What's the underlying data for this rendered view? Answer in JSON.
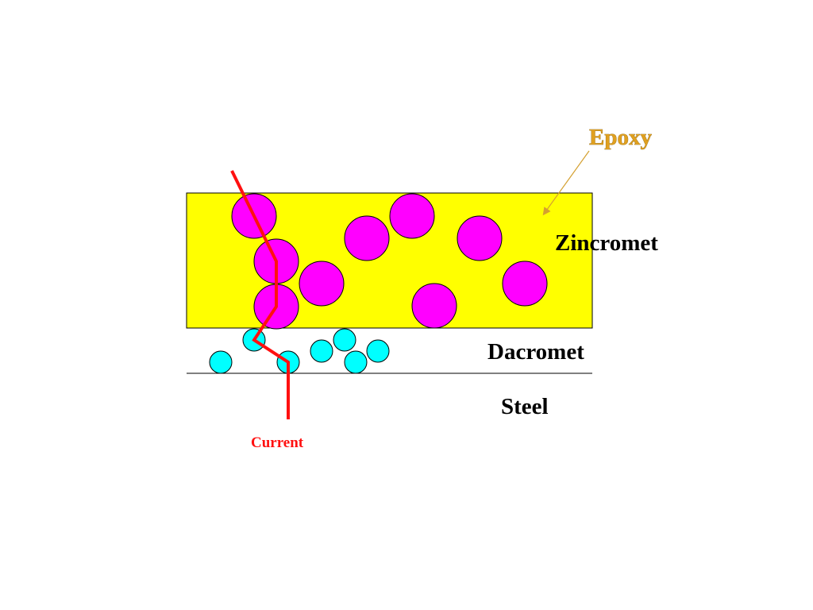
{
  "labels": {
    "epoxy": "Epoxy",
    "zincromet": "Zincromet",
    "dacromet": "Dacromet",
    "steel": "Steel",
    "current": "Current"
  },
  "colors": {
    "zincromet_layer": "#ffff00",
    "zinc_particle": "#ff00ff",
    "dacromet_particle": "#00ffff",
    "current_path": "#ff1010",
    "epoxy_label": "#e0a020",
    "epoxy_arrow": "#d4a030",
    "outline": "#000000"
  }
}
